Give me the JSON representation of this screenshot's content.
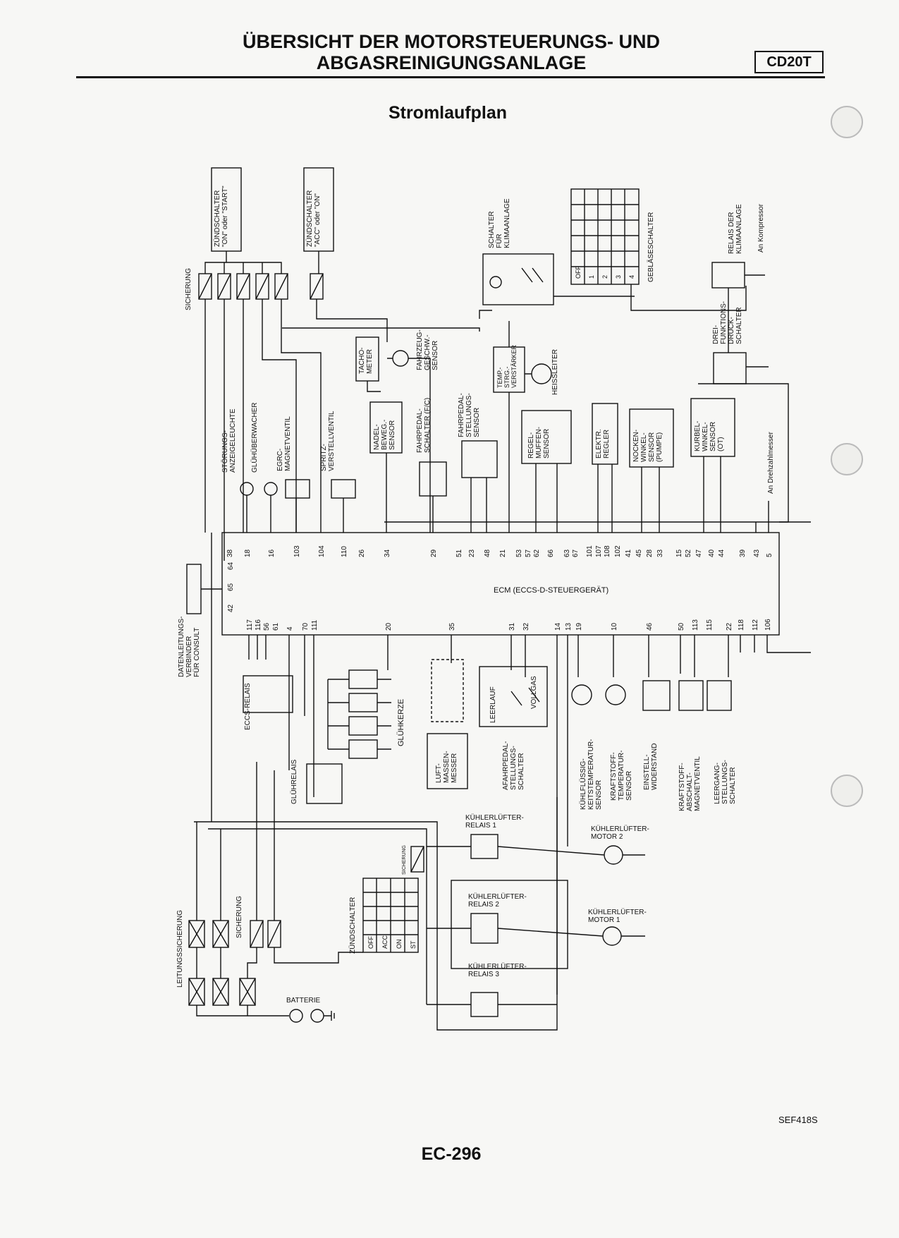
{
  "header": {
    "title_line1": "ÜBERSICHT DER MOTORSTEUERUNGS- UND",
    "title_line2": "ABGASREINIGUNGSANLAGE",
    "code": "CD20T",
    "subtitle": "Stromlaufplan"
  },
  "footer": {
    "ref": "SEF418S",
    "page": "EC-296"
  },
  "diagram": {
    "ignition_on_start": [
      "ZÜNDSCHALTER",
      "\"ON\" oder \"START\""
    ],
    "ignition_acc_on": [
      "ZÜNDSCHALTER",
      "\"ACC\" oder \"ON\""
    ],
    "fuses_top": "SICHERUNG",
    "ac_switch": [
      "SCHALTER",
      "FÜR",
      "KLIMAANLAGE"
    ],
    "blower_table_header": [
      "OFF",
      "1",
      "2",
      "3",
      "4"
    ],
    "blower_switch": "GEBLÄSESCHALTER",
    "ac_relay": [
      "RELAIS DER",
      "KLIMAANLAGE"
    ],
    "to_compressor": "An Kompressor",
    "triple_pressure_switch": [
      "DREI-",
      "FUNKTIONS-",
      "DRUCK-",
      "SCHALTER"
    ],
    "tachometer": [
      "TACHO-",
      "METER"
    ],
    "vehicle_speed_sensor": [
      "FAHRZEUG-",
      "GESCHW.-",
      "SENSOR"
    ],
    "temp_amplifier": [
      "TEMP.-",
      "STRG.-",
      "VERSTÄRKER"
    ],
    "thermistor": "HEISSLEITER",
    "malfunction_lamp": [
      "STÖRUNGS-",
      "ANZEIGELEUCHTE"
    ],
    "glow_monitor": "GLÜHÜBERWACHER",
    "egrc_valve": [
      "EGRC-",
      "MAGNETVENTIL"
    ],
    "injection_timing_valve": [
      "SPRITZ-",
      "VERSTELLVENTIL"
    ],
    "needle_lift_sensor": [
      "NADEL-",
      "BEWEG.-",
      "SENSOR"
    ],
    "accel_switch_fc": [
      "FAHRPEDAL-",
      "SCHALTER (F/C)"
    ],
    "accel_position_sensor": [
      "FAHRPEDAL-",
      "STELLUNGS-",
      "SENSOR"
    ],
    "control_sleeve_sensor": [
      "REGEL-",
      "MUFFEN-",
      "SENSOR"
    ],
    "electric_governor": [
      "ELEKTR.",
      "REGLER"
    ],
    "camshaft_sensor": [
      "NOCKEN-",
      "WINKEL-",
      "SENSOR",
      "(PUMPE)"
    ],
    "crank_sensor": [
      "KURBEL-",
      "WINKEL-",
      "SENSOR",
      "(OT)"
    ],
    "to_tachometer": "An Drehzahlmesser",
    "pins_top": [
      "38",
      "18",
      "16",
      "103",
      "104",
      "110",
      "26",
      "34",
      "29",
      "51",
      "23",
      "48",
      "21",
      "53",
      "57",
      "62",
      "66",
      "63",
      "67",
      "101",
      "107",
      "108",
      "102",
      "41",
      "45",
      "28",
      "33",
      "15",
      "52",
      "47",
      "40",
      "44",
      "39",
      "43",
      "5"
    ],
    "pins_left": [
      "42",
      "65",
      "64"
    ],
    "ecm": "ECM (ECCS-D-STEUERGERÄT)",
    "pins_bottom": [
      "117",
      "116",
      "56",
      "61",
      "4",
      "70",
      "111",
      "20",
      "35",
      "31",
      "32",
      "14",
      "13",
      "19",
      "10",
      "46",
      "50",
      "113",
      "115",
      "22",
      "118",
      "112",
      "106"
    ],
    "data_link": [
      "DATENLEITUNGS-",
      "VERBINDER",
      "FÜR CONSULT"
    ],
    "eccs_relay": "ECCS-RELAIS",
    "glow_plugs": "GLÜHKERZE",
    "glow_relay": "GLÜHRELAIS",
    "maf_sensor": [
      "LUFT-",
      "MASSEN-",
      "MESSER"
    ],
    "idle": "LEERLAUF",
    "full_throttle": "VOLLGAS",
    "accel_position_switch": [
      "AFAHRPEDAL-",
      "STELLUNGS-",
      "SCHALTER"
    ],
    "coolant_temp_sensor": [
      "KÜHLFLÜSSIG-",
      "KEITSTEMPERATUR-",
      "SENSOR"
    ],
    "fuel_temp_sensor": [
      "KRAFTSTOFF-",
      "TEMPERATUR-",
      "SENSOR"
    ],
    "adjust_resistor": [
      "EINSTELL-",
      "WIDERSTAND"
    ],
    "fuel_cut_valve": [
      "KRAFTSTOFF-",
      "ABSCHALT-",
      "MAGNETVENTIL"
    ],
    "neutral_switch": [
      "LEERGANG-",
      "STELLUNGS-",
      "SCHALTER"
    ],
    "fan_relay1": [
      "KÜHLERLÜFTER-",
      "RELAIS 1"
    ],
    "fan_motor2": [
      "KÜHLERLÜFTER-",
      "MOTOR 2"
    ],
    "fan_relay2": [
      "KÜHLERLÜFTER-",
      "RELAIS 2"
    ],
    "fan_motor1": [
      "KÜHLERLÜFTER-",
      "MOTOR 1"
    ],
    "fan_relay3": [
      "KÜHLERLÜFTER-",
      "RELAIS 3"
    ],
    "fuse_small": "SICHERUNG",
    "ignition_switch": "ZÜNDSCHALTER",
    "ign_table_header": [
      "OFF",
      "ACC",
      "ON",
      "ST"
    ],
    "fuse_link": "LEITUNGSSICHERUNG",
    "fuses_bottom": "SICHERUNG",
    "battery": "BATTERIE"
  }
}
